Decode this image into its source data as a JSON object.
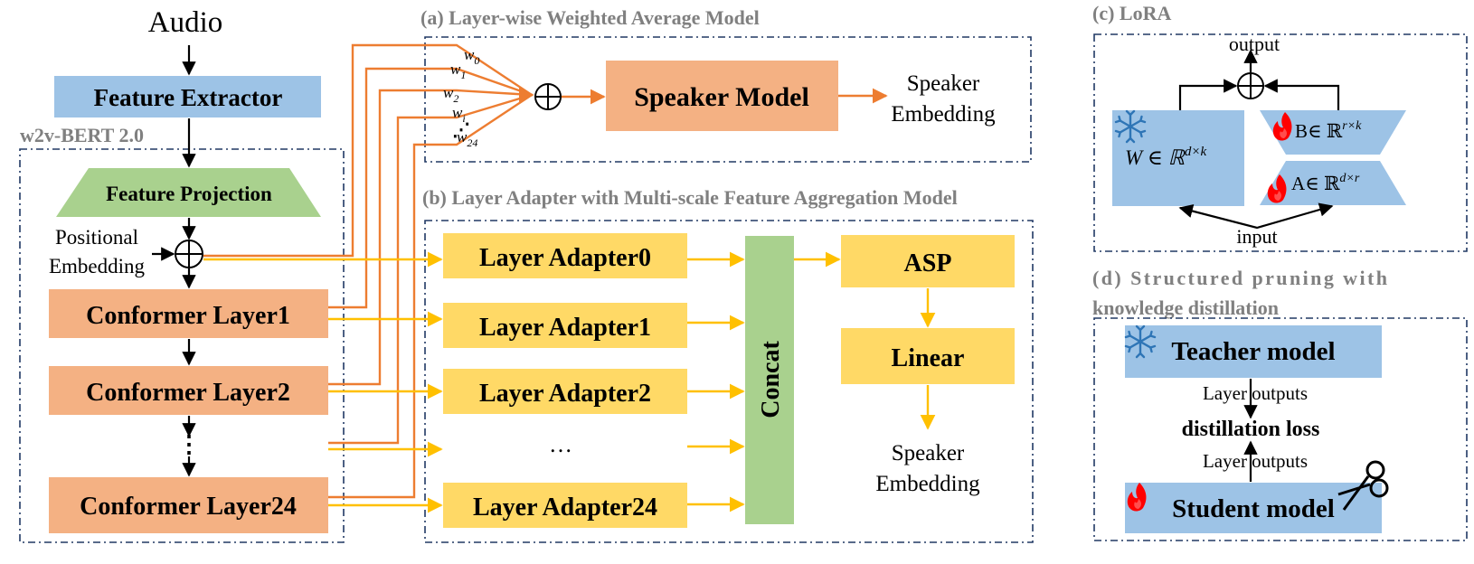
{
  "colors": {
    "blue": "#9dc3e6",
    "green": "#a9d18e",
    "orange_box": "#f4b183",
    "yellow": "#ffd966",
    "orange_line": "#ed7d31",
    "yellow_line": "#ffc000",
    "frame": "#203864",
    "section_title": "#808080"
  },
  "left": {
    "audio": "Audio",
    "feature_extractor": "Feature Extractor",
    "backbone_title": "w2v-BERT 2.0",
    "feature_projection": "Feature Projection",
    "positional_line1": "Positional",
    "positional_line2": "Embedding",
    "layer1": "Conformer Layer1",
    "layer2": "Conformer Layer2",
    "dots": "⋮",
    "layer24": "Conformer Layer24"
  },
  "panel_a": {
    "title": "(a) Layer-wise Weighted Average Model",
    "weights": [
      {
        "base": "w",
        "sub": "0"
      },
      {
        "base": "w",
        "sub": "1"
      },
      {
        "base": "w",
        "sub": "2"
      },
      {
        "base": "w",
        "sub": "i"
      },
      {
        "base": "w",
        "sub": "24"
      }
    ],
    "weight_dots": "⋰",
    "speaker_model": "Speaker Model",
    "output_line1": "Speaker",
    "output_line2": "Embedding"
  },
  "panel_b": {
    "title": "(b) Layer Adapter with Multi-scale Feature Aggregation Model",
    "adapters": [
      "Layer Adapter0",
      "Layer Adapter1",
      "Layer Adapter2",
      "…",
      "Layer Adapter24"
    ],
    "concat": "Concat",
    "asp": "ASP",
    "linear": "Linear",
    "output_line1": "Speaker",
    "output_line2": "Embedding"
  },
  "panel_c": {
    "title": "(c) LoRA",
    "output": "output",
    "input": "input",
    "w_label": "W ∈ ℝ",
    "w_sup": "d×k",
    "b_label": "B∈ ℝ",
    "b_sup": "r×k",
    "a_label": "A∈ ℝ",
    "a_sup": "d×r",
    "frozen_icon": "snowflake",
    "trainable_icon": "flame"
  },
  "panel_d": {
    "title_line1": "(d) Structured pruning with",
    "title_line2": "knowledge distillation",
    "teacher": "Teacher model",
    "layer_outputs_top": "Layer outputs",
    "distillation_loss": "distillation loss",
    "layer_outputs_bottom": "Layer outputs",
    "student": "Student model",
    "pruning_icon": "scissors"
  }
}
